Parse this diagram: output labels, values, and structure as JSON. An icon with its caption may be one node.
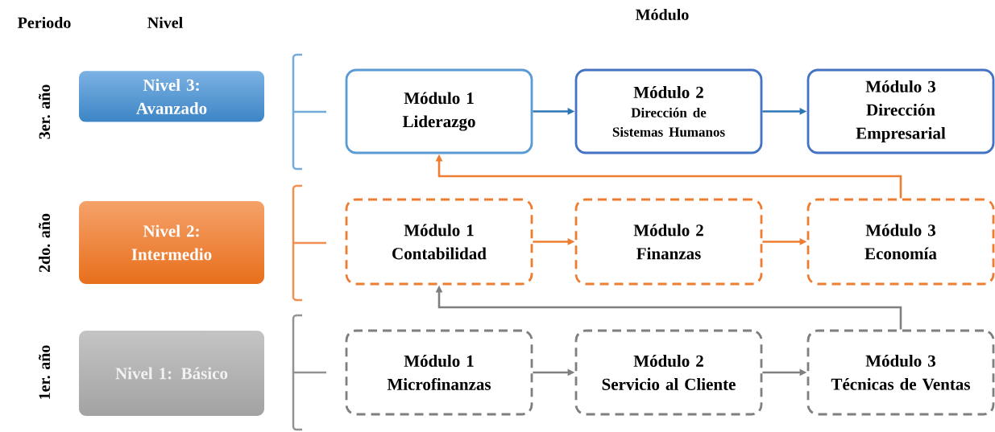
{
  "diagram": {
    "nodes": [
      {
        "text": [
          "Nivel 3: Avanzado"
        ]
      },
      {
        "text": [
          "Módulo 1",
          "Liderazgo"
        ]
      },
      {
        "text": [
          "Módulo 2",
          "Dirección de Sistemas Humanos"
        ]
      },
      {
        "text": [
          "Módulo 3",
          "Dirección Empresarial"
        ]
      },
      {
        "text": [
          "Nivel 2: Intermedio"
        ]
      },
      {
        "text": [
          "Módulo 1",
          "Contabilidad"
        ]
      },
      {
        "text": [
          "Módulo 2",
          "Finanzas"
        ]
      },
      {
        "text": [
          "Módulo 3",
          "Economía"
        ]
      },
      {
        "text": [
          "Nivel 1: Básico"
        ]
      },
      {
        "text": [
          "Módulo 1",
          "Microfinanzas"
        ]
      },
      {
        "text": [
          "Módulo 2",
          "Servicio al Cliente"
        ]
      },
      {
        "text": [
          "Módulo 3",
          "Técnicas de Ventas"
        ]
      }
    ],
    "edges": [
      {
        "from": 1,
        "to": 2,
        "arrow": "to",
        "color": "#2e75b6"
      },
      {
        "from": 2,
        "to": 3,
        "arrow": "to",
        "color": "#2e75b6"
      },
      {
        "from": 5,
        "to": 6,
        "arrow": "to",
        "color": "#ed7d31"
      },
      {
        "from": 6,
        "to": 7,
        "arrow": "to",
        "color": "#ed7d31"
      },
      {
        "from": 7,
        "to": 1,
        "arrow": "to",
        "color": "#ed7d31"
      },
      {
        "from": 9,
        "to": 10,
        "arrow": "to",
        "color": "#7f7f7f"
      },
      {
        "from": 10,
        "to": 11,
        "arrow": "to",
        "color": "#7f7f7f"
      },
      {
        "from": 11,
        "to": 5,
        "arrow": "to",
        "color": "#7f7f7f"
      }
    ],
    "labels": [
      "Periodo",
      "Nivel",
      "Módulo",
      "3er. año",
      "2do. año",
      "1er. año"
    ]
  }
}
